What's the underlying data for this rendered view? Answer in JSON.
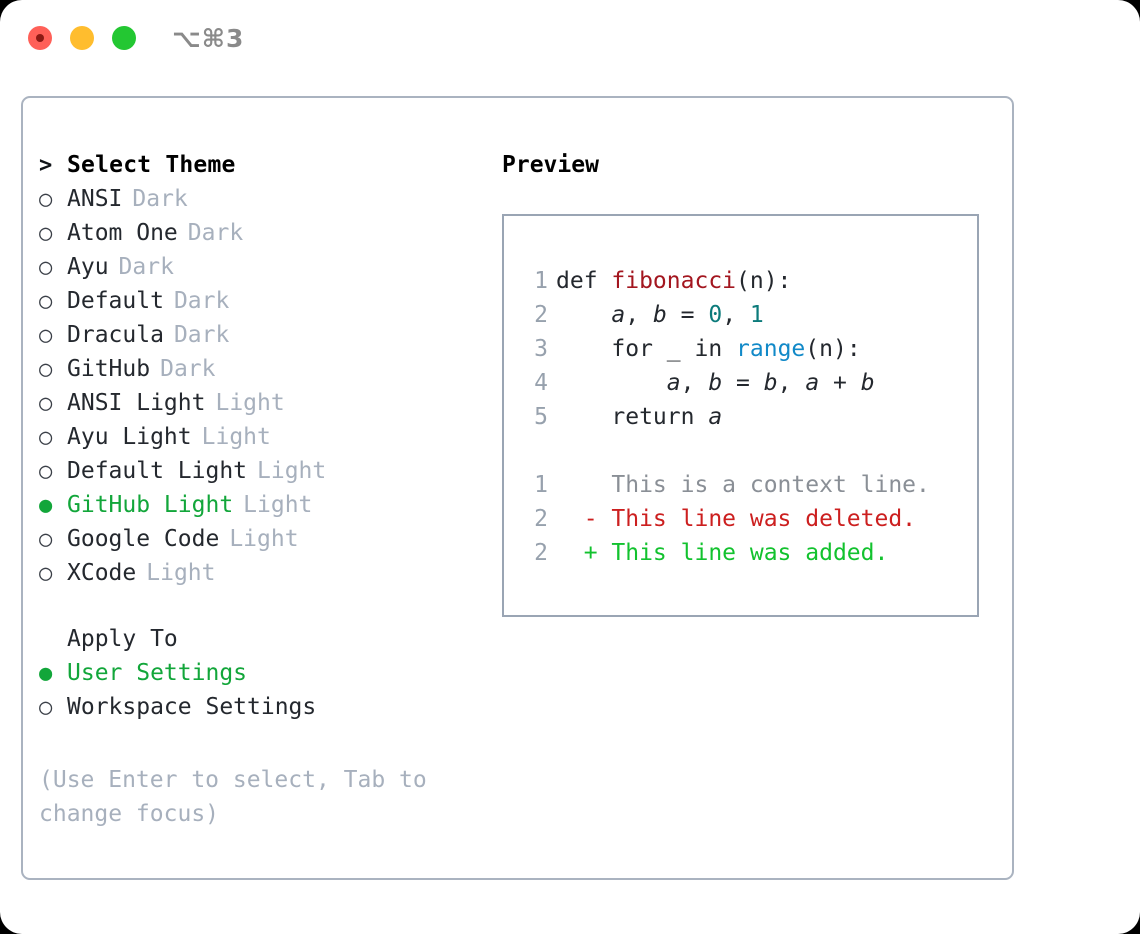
{
  "window": {
    "shortcut": "⌥⌘3",
    "traffic_lights": [
      "close-red",
      "minimize-yellow",
      "maximize-green"
    ],
    "colors": {
      "accent_green": "#12a63a",
      "muted": "#a7b0bd",
      "border": "#aab3c0",
      "preview_border": "#9aa5b4"
    }
  },
  "theme_list": {
    "header_marker": ">",
    "header_label": "Select Theme",
    "bullet_unselected": "○",
    "bullet_selected": "●",
    "items": [
      {
        "label": "ANSI",
        "tag": "Dark",
        "selected": false
      },
      {
        "label": "Atom One",
        "tag": "Dark",
        "selected": false
      },
      {
        "label": "Ayu",
        "tag": "Dark",
        "selected": false
      },
      {
        "label": "Default",
        "tag": "Dark",
        "selected": false
      },
      {
        "label": "Dracula",
        "tag": "Dark",
        "selected": false
      },
      {
        "label": "GitHub",
        "tag": "Dark",
        "selected": false
      },
      {
        "label": "ANSI Light",
        "tag": "Light",
        "selected": false
      },
      {
        "label": "Ayu Light",
        "tag": "Light",
        "selected": false
      },
      {
        "label": "Default Light",
        "tag": "Light",
        "selected": false
      },
      {
        "label": "GitHub Light",
        "tag": "Light",
        "selected": true
      },
      {
        "label": "Google Code",
        "tag": "Light",
        "selected": false
      },
      {
        "label": "XCode",
        "tag": "Light",
        "selected": false
      }
    ]
  },
  "apply_to": {
    "header_label": "Apply To",
    "items": [
      {
        "label": "User Settings",
        "selected": true
      },
      {
        "label": "Workspace Settings",
        "selected": false
      }
    ]
  },
  "hint": "(Use Enter to select, Tab to change focus)",
  "preview": {
    "title": "Preview",
    "code_lines": [
      {
        "n": "1",
        "indent": "",
        "tokens": [
          {
            "t": "def ",
            "c": "kw"
          },
          {
            "t": "fibonacci",
            "c": "fn"
          },
          {
            "t": "(n):",
            "c": "punc"
          }
        ]
      },
      {
        "n": "2",
        "indent": "    ",
        "tokens": [
          {
            "t": "a",
            "c": "var"
          },
          {
            "t": ", ",
            "c": "punc"
          },
          {
            "t": "b",
            "c": "var"
          },
          {
            "t": " = ",
            "c": "punc"
          },
          {
            "t": "0",
            "c": "num"
          },
          {
            "t": ", ",
            "c": "punc"
          },
          {
            "t": "1",
            "c": "num"
          }
        ]
      },
      {
        "n": "3",
        "indent": "    ",
        "tokens": [
          {
            "t": "for ",
            "c": "kw"
          },
          {
            "t": "_",
            "c": "punc"
          },
          {
            "t": " in ",
            "c": "kw"
          },
          {
            "t": "range",
            "c": "call"
          },
          {
            "t": "(n):",
            "c": "punc"
          }
        ]
      },
      {
        "n": "4",
        "indent": "        ",
        "tokens": [
          {
            "t": "a",
            "c": "var"
          },
          {
            "t": ", ",
            "c": "punc"
          },
          {
            "t": "b",
            "c": "var"
          },
          {
            "t": " = ",
            "c": "punc"
          },
          {
            "t": "b",
            "c": "var"
          },
          {
            "t": ", ",
            "c": "punc"
          },
          {
            "t": "a",
            "c": "var"
          },
          {
            "t": " + ",
            "c": "punc"
          },
          {
            "t": "b",
            "c": "var"
          }
        ]
      },
      {
        "n": "5",
        "indent": "    ",
        "tokens": [
          {
            "t": "return ",
            "c": "kw"
          },
          {
            "t": "a",
            "c": "var"
          }
        ]
      }
    ],
    "diff_lines": [
      {
        "n": "1",
        "sign": " ",
        "text": "This is a context line.",
        "kind": "context"
      },
      {
        "n": "2",
        "sign": "-",
        "text": "This line was deleted.",
        "kind": "deleted"
      },
      {
        "n": "2",
        "sign": "+",
        "text": "This line was added.",
        "kind": "added"
      }
    ]
  }
}
